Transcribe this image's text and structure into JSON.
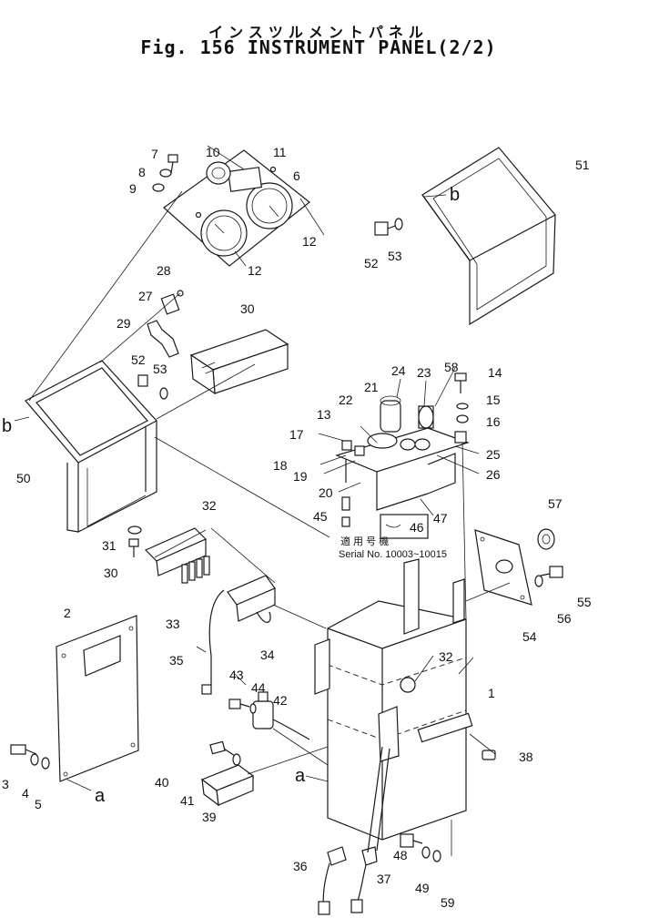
{
  "title_jp": "インスツルメントパネル",
  "title_en": "Fig. 156 INSTRUMENT PANEL(2/2)",
  "serial_note": {
    "line1": "適 用 号 機",
    "line2": "Serial No. 10003~10015"
  },
  "view_letters": {
    "a": "a",
    "b": "b"
  },
  "callouts": {
    "c1": "1",
    "c2": "2",
    "c3": "3",
    "c4": "4",
    "c5": "5",
    "c6": "6",
    "c7": "7",
    "c8": "8",
    "c9": "9",
    "c10": "10",
    "c11": "11",
    "c12": "12",
    "c13": "13",
    "c14": "14",
    "c15": "15",
    "c16": "16",
    "c17": "17",
    "c18": "18",
    "c19": "19",
    "c20": "20",
    "c21": "21",
    "c22": "22",
    "c23": "23",
    "c24": "24",
    "c25": "25",
    "c26": "26",
    "c27": "27",
    "c28": "28",
    "c29": "29",
    "c30": "30",
    "c31": "31",
    "c32": "32",
    "c33": "33",
    "c34": "34",
    "c35": "35",
    "c36": "36",
    "c37": "37",
    "c38": "38",
    "c39": "39",
    "c40": "40",
    "c41": "41",
    "c42": "42",
    "c43": "43",
    "c44": "44",
    "c45": "45",
    "c46": "46",
    "c47": "47",
    "c48": "48",
    "c49": "49",
    "c50": "50",
    "c51": "51",
    "c52": "52",
    "c53": "53",
    "c54": "54",
    "c55": "55",
    "c56": "56",
    "c57": "57",
    "c58": "58",
    "c59": "59"
  }
}
